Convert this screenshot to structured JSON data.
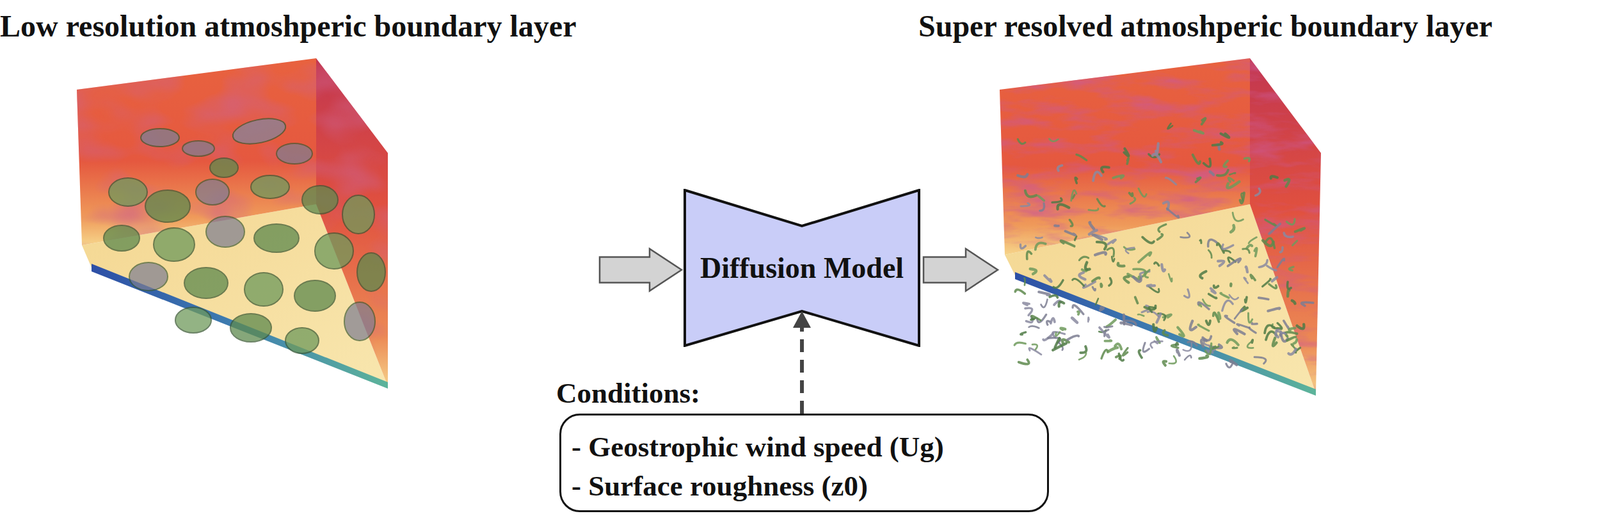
{
  "diagram": {
    "nodes": [
      {
        "text": [
          "Low resolution atmoshperic boundary layer"
        ]
      },
      {
        "text": [
          "Diffusion Model"
        ]
      },
      {
        "text": [
          "Super resolved atmoshperic boundary layer"
        ]
      },
      {
        "text": [
          "Conditions:",
          "- Geostrophic wind speed (Ug)",
          "- Surface roughness (z0)"
        ]
      }
    ],
    "edges": [
      {
        "from": 0,
        "to": 1,
        "arrow": "to"
      },
      {
        "from": 1,
        "to": 2,
        "arrow": "to"
      },
      {
        "from": 3,
        "to": 1,
        "arrow": "to"
      }
    ]
  }
}
